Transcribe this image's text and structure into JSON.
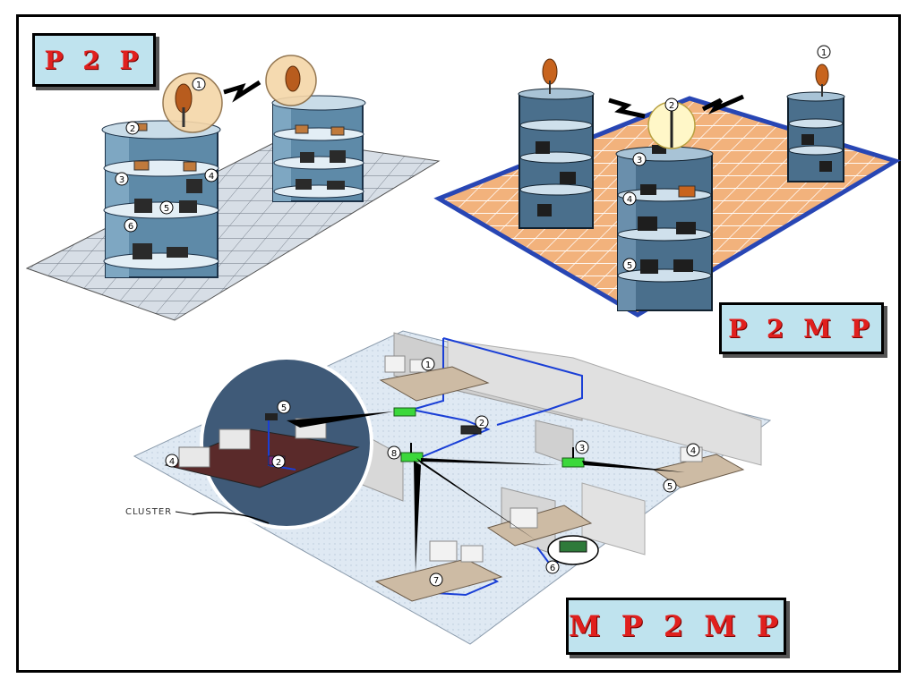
{
  "labels": {
    "p2p": "P 2 P",
    "p2mp": "P 2 M P",
    "mp2mp": "M P 2 M P",
    "cluster": "CLUSTER"
  },
  "p2p_markers": [
    "1",
    "2",
    "3",
    "4",
    "5",
    "6"
  ],
  "p2mp_markers": [
    "1",
    "2",
    "3",
    "4",
    "5"
  ],
  "mp2mp_markers": [
    "1",
    "2",
    "3",
    "4",
    "5",
    "6",
    "7",
    "8",
    "5",
    "4",
    "2"
  ],
  "colors": {
    "label_bg": "#bfe3ee",
    "label_text": "#e0201e",
    "p2mp_floor": "#f2b27c",
    "p2mp_border": "#2846b4",
    "p2p_floor": "#d7dee6",
    "mp2mp_floor": "#dfe9f3",
    "cable": "#1a3fd6",
    "access_point": "#3bd83b"
  }
}
